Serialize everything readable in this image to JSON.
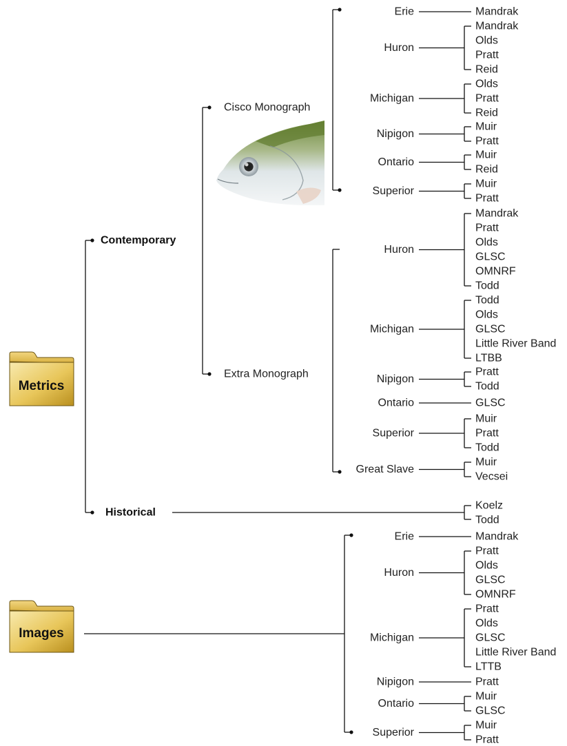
{
  "folders": {
    "metrics": "Metrics",
    "images": "Images"
  },
  "metrics": {
    "contemporary": "Contemporary",
    "historical": "Historical",
    "cisco_monograph": {
      "label": "Cisco Monograph",
      "lakes": [
        {
          "name": "Erie",
          "sources": [
            "Mandrak"
          ]
        },
        {
          "name": "Huron",
          "sources": [
            "Mandrak",
            "Olds",
            "Pratt",
            "Reid"
          ]
        },
        {
          "name": "Michigan",
          "sources": [
            "Olds",
            "Pratt",
            "Reid"
          ]
        },
        {
          "name": "Nipigon",
          "sources": [
            "Muir",
            "Pratt"
          ]
        },
        {
          "name": "Ontario",
          "sources": [
            "Muir",
            "Reid"
          ]
        },
        {
          "name": "Superior",
          "sources": [
            "Muir",
            "Pratt"
          ]
        }
      ]
    },
    "extra_monograph": {
      "label": "Extra Monograph",
      "lakes": [
        {
          "name": "Huron",
          "sources": [
            "Mandrak",
            "Pratt",
            "Olds",
            "GLSC",
            "OMNRF",
            "Todd"
          ]
        },
        {
          "name": "Michigan",
          "sources": [
            "Todd",
            "Olds",
            "GLSC",
            "Little River Band",
            "LTBB"
          ]
        },
        {
          "name": "Nipigon",
          "sources": [
            "Pratt",
            "Todd"
          ]
        },
        {
          "name": "Ontario",
          "sources": [
            "GLSC"
          ]
        },
        {
          "name": "Superior",
          "sources": [
            "Muir",
            "Pratt",
            "Todd"
          ]
        },
        {
          "name": "Great Slave",
          "sources": [
            "Muir",
            "Vecsei"
          ]
        }
      ]
    },
    "historical_sources": [
      "Koelz",
      "Todd"
    ]
  },
  "images": {
    "lakes": [
      {
        "name": "Erie",
        "sources": [
          "Mandrak"
        ]
      },
      {
        "name": "Huron",
        "sources": [
          "Pratt",
          "Olds",
          "GLSC",
          "OMNRF"
        ]
      },
      {
        "name": "Michigan",
        "sources": [
          "Pratt",
          "Olds",
          "GLSC",
          "Little River Band",
          "LTTB"
        ]
      },
      {
        "name": "Nipigon",
        "sources": [
          "Pratt"
        ]
      },
      {
        "name": "Ontario",
        "sources": [
          "Muir",
          "GLSC"
        ]
      },
      {
        "name": "Superior",
        "sources": [
          "Muir",
          "Pratt"
        ]
      }
    ]
  },
  "colors": {
    "folder_gradient_light": "#f7e7a6",
    "folder_gradient_dark": "#c9a227",
    "folder_outline": "#6b5412",
    "line": "#111111"
  }
}
